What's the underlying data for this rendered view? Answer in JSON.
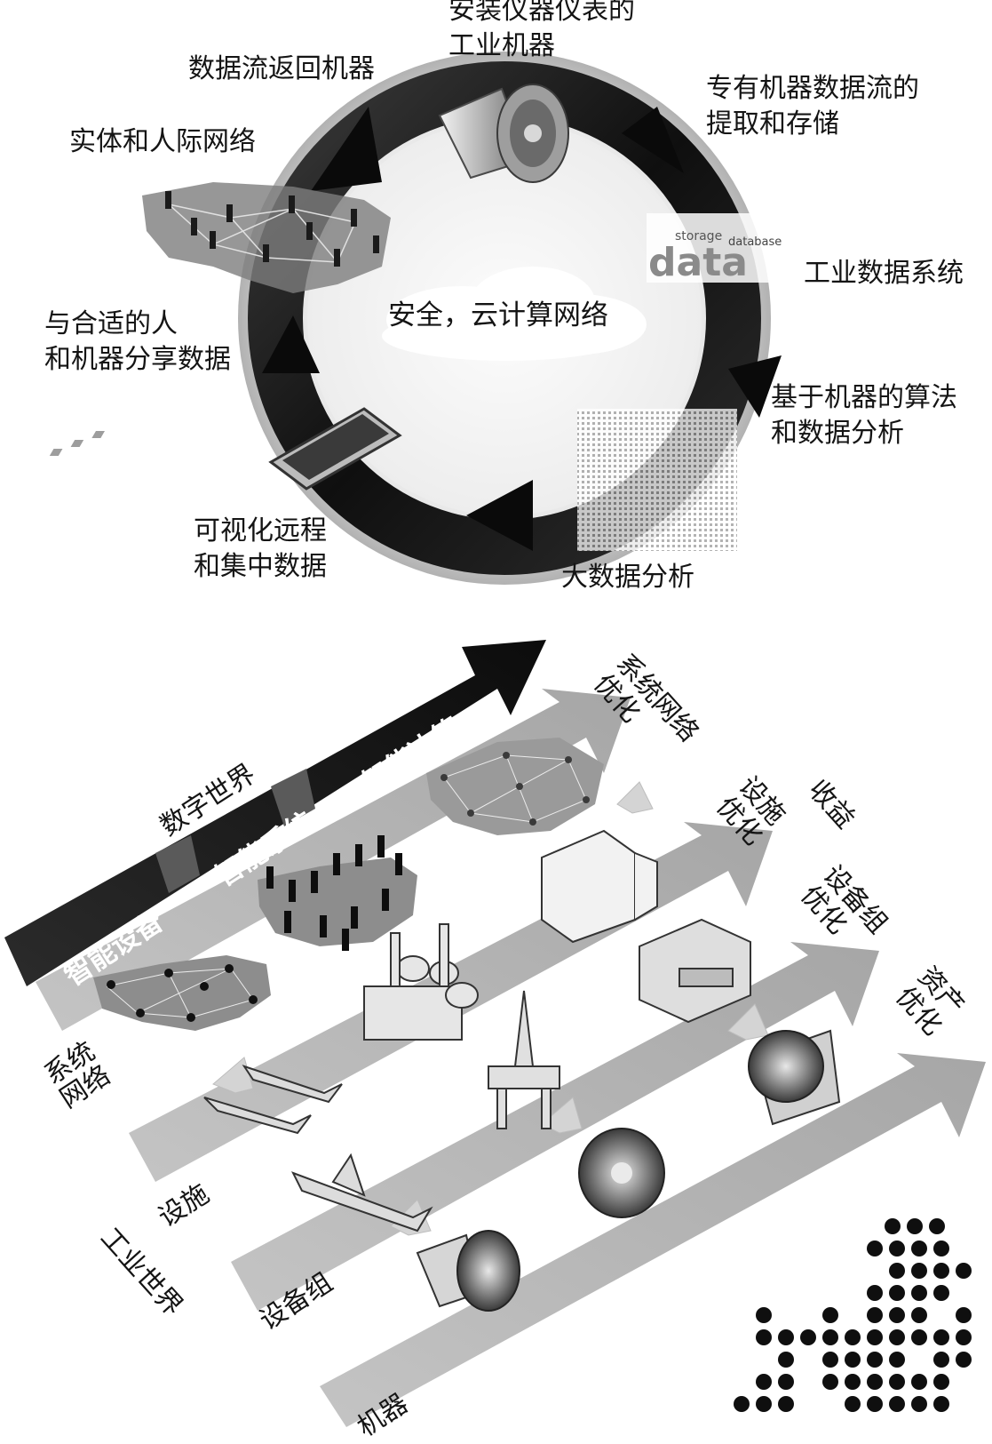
{
  "cycle": {
    "center": "安全，云计算网络",
    "nodes": {
      "instrumented_machines": "安装仪器仪表的\n工业机器",
      "data_stream_extraction": "专有机器数据流的\n提取和存储",
      "industrial_data_system": "工业数据系统",
      "algorithms_analysis": "基于机器的算法\n和数据分析",
      "big_data_analysis": "大数据分析",
      "visualization": "可视化远程\n和集中数据",
      "share_data": "与合适的人\n和机器分享数据",
      "physical_networks": "实体和人际网络",
      "return_stream": "数据流返回机器"
    },
    "data_cloud_words": {
      "main": "data",
      "storage": "storage",
      "database": "database"
    }
  },
  "layers": {
    "banner": [
      "智能设备",
      "智能系统",
      "智能决策"
    ],
    "digital_world": "数字世界",
    "industrial_world": "工业世界",
    "inputs": [
      "系统\n网络",
      "设施",
      "设备组",
      "机器"
    ],
    "outputs": [
      "系统网络\n优化",
      "设施\n优化",
      "设备组\n优化",
      "资产\n优化"
    ],
    "benefit": "收益"
  }
}
